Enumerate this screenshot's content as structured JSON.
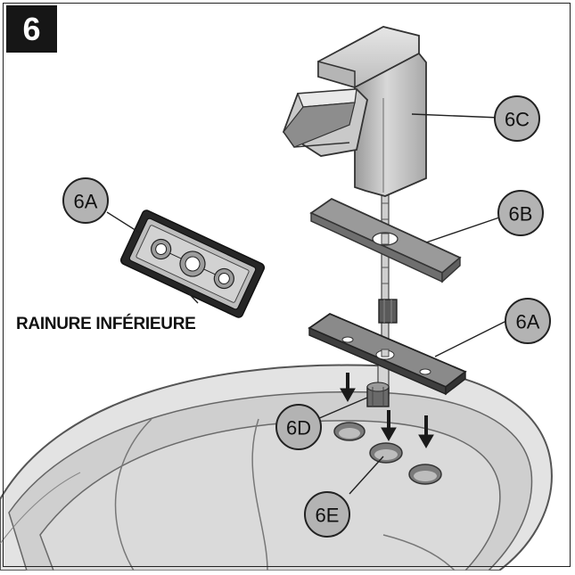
{
  "step_number": "6",
  "bottom_groove_caption": "RAINURE INFÉRIEURE",
  "callouts": {
    "escutcheon_gasket_loose": "6A",
    "faucet_body": "6C",
    "cover_plate": "6B",
    "escutcheon_gasket_installed": "6A",
    "mounting_nut": "6D",
    "sink_hole": "6E"
  }
}
